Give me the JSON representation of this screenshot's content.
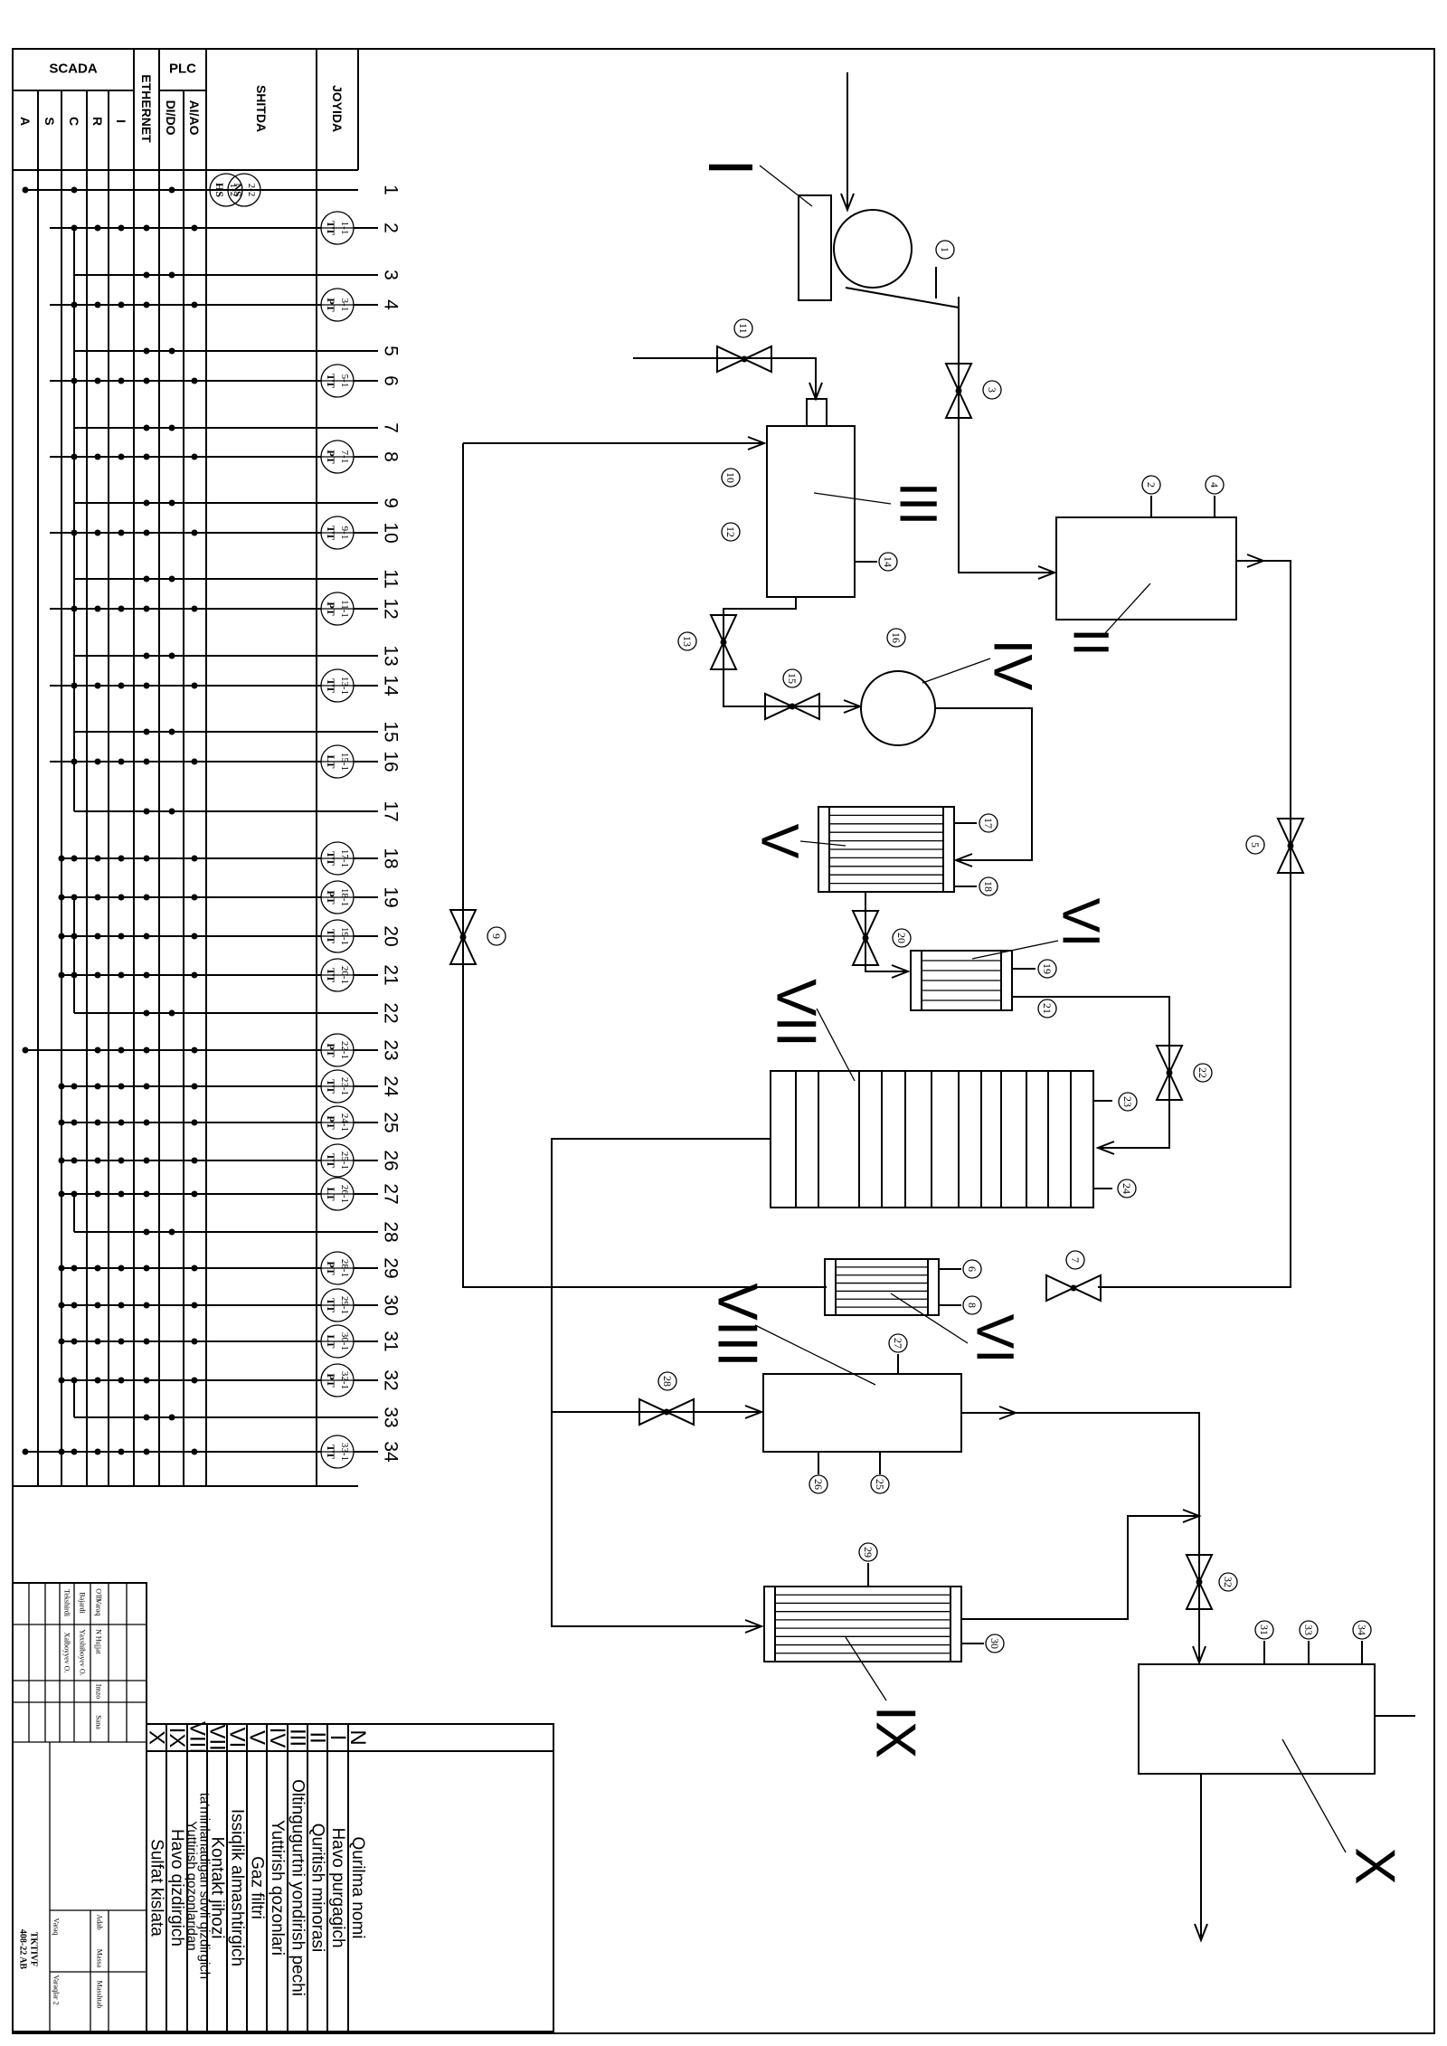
{
  "scada_table": {
    "headers": {
      "scada": "SCADA",
      "ethernet": "ETHERNET",
      "plc": "PLC",
      "aiao": "AI/AO",
      "dido": "DI/DO",
      "shitda": "SHITDA",
      "joyida": "JOYIDA"
    },
    "scada_sub": [
      "A",
      "S",
      "C",
      "R",
      "I"
    ],
    "shitda_instruments": [
      {
        "letters": "NS",
        "num": "2-2"
      },
      {
        "letters": "HS",
        "num": "1-2"
      }
    ],
    "joyida_instruments": [
      {
        "letters": "TT",
        "num": "1-1"
      },
      {
        "letters": "PT",
        "num": "3-1"
      },
      {
        "letters": "TT",
        "num": "5-1"
      },
      {
        "letters": "PT",
        "num": "7-1"
      },
      {
        "letters": "TT",
        "num": "9-1"
      },
      {
        "letters": "PT",
        "num": "11-1"
      },
      {
        "letters": "TT",
        "num": "13-1"
      },
      {
        "letters": "LT",
        "num": "15-1"
      },
      {
        "letters": "TT",
        "num": "17-1"
      },
      {
        "letters": "PT",
        "num": "18-1"
      },
      {
        "letters": "TT",
        "num": "19-1"
      },
      {
        "letters": "TT",
        "num": "20-1"
      },
      {
        "letters": "PT",
        "num": "22-1"
      },
      {
        "letters": "TT",
        "num": "23-1"
      },
      {
        "letters": "PT",
        "num": "24-1"
      },
      {
        "letters": "TT",
        "num": "25-1"
      },
      {
        "letters": "LT",
        "num": "26-1"
      },
      {
        "letters": "PT",
        "num": "28-1"
      },
      {
        "letters": "TT",
        "num": "29-1"
      },
      {
        "letters": "LT",
        "num": "30-1"
      },
      {
        "letters": "PT",
        "num": "32-1"
      },
      {
        "letters": "TT",
        "num": "33-1"
      }
    ],
    "row_numbers": [
      "1",
      "2",
      "3",
      "4",
      "5",
      "6",
      "7",
      "8",
      "9",
      "10",
      "11",
      "12",
      "13",
      "14",
      "15",
      "16",
      "17",
      "18",
      "19",
      "20",
      "21",
      "22",
      "23",
      "24",
      "25",
      "26",
      "27",
      "28",
      "29",
      "30",
      "31",
      "32",
      "33",
      "34"
    ]
  },
  "diagram": {
    "units": [
      "I",
      "II",
      "III",
      "IV",
      "V",
      "VI",
      "VI",
      "VII",
      "VIII",
      "IX",
      "X"
    ],
    "points": [
      "1",
      "2",
      "3",
      "4",
      "5",
      "6",
      "7",
      "8",
      "9",
      "10",
      "11",
      "12",
      "13",
      "14",
      "15",
      "16",
      "17",
      "18",
      "19",
      "20",
      "21",
      "22",
      "23",
      "24",
      "25",
      "26",
      "27",
      "28",
      "29",
      "30",
      "31",
      "32",
      "33",
      "34"
    ]
  },
  "legend": {
    "header": {
      "num": "N",
      "name": "Qurilma nomi"
    },
    "rows": [
      {
        "num": "I",
        "name": "Havo purgagich"
      },
      {
        "num": "II",
        "name": "Quritish minorasi"
      },
      {
        "num": "III",
        "name": "Oltingugurtni yondirish pechi"
      },
      {
        "num": "IV",
        "name": "Yuttirish qozonlari"
      },
      {
        "num": "V",
        "name": "Gaz filtri"
      },
      {
        "num": "VI",
        "name": "Issiqlik almashtirgich"
      },
      {
        "num": "VII",
        "name": "Kontakt jihozi"
      },
      {
        "num": "VIII",
        "name": "Yuttirish  qozonlaridan",
        "name2": "ta'minlanadigan suvli qizdirgich"
      },
      {
        "num": "IX",
        "name": "Havo qizdirgich"
      },
      {
        "num": "X",
        "name": "Sulfat kislata"
      }
    ]
  },
  "title_block": {
    "col_labels": [
      "O'lh",
      "Varaq",
      "N Hujjat",
      "Imzo",
      "Sana"
    ],
    "roles": [
      "Bajardi",
      "Tekshirdi"
    ],
    "names": [
      "Yaxshiboyev O.",
      "Xalboyyev O."
    ],
    "side_labels": [
      "Adab",
      "Massa",
      "Masshtab"
    ],
    "sheet": "Varaq",
    "sheets": "Varaqlar 2",
    "code_1": "TKTIVF",
    "code_2": "408-22 AB"
  }
}
